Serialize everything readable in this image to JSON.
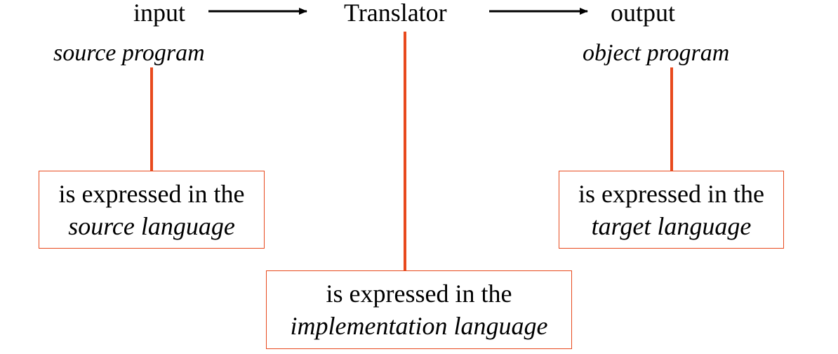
{
  "diagram": {
    "nodes": {
      "input": "input",
      "translator": "Translator",
      "output": "output"
    },
    "programs": {
      "source": "source program",
      "object": "object program"
    },
    "boxes": {
      "source": {
        "line1": "is expressed in the",
        "line2": "source language"
      },
      "target": {
        "line1": "is expressed in the",
        "line2": "target language"
      },
      "implementation": {
        "line1": "is expressed in the",
        "line2": "implementation language"
      }
    },
    "colors": {
      "connector": "#e8491d",
      "box_border": "#e8491d",
      "arrow": "#000000",
      "text": "#000000"
    }
  }
}
